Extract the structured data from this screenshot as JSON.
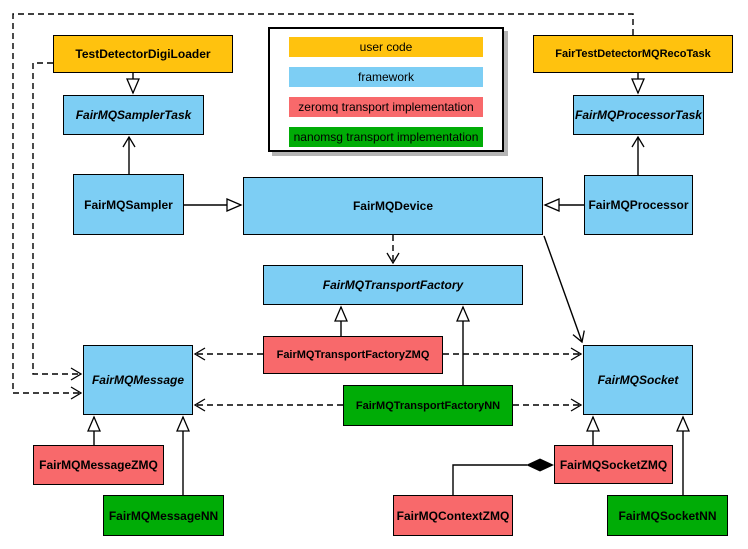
{
  "legend": {
    "items": [
      {
        "label": "user code",
        "color": "#FFC20E"
      },
      {
        "label": "framework",
        "color": "#7DCEF4"
      },
      {
        "label": "zeromq transport implementation",
        "color": "#F8696B"
      },
      {
        "label": "nanomsg transport implementation",
        "color": "#00AC06"
      }
    ]
  },
  "nodes": {
    "testDetectorDigiLoader": {
      "label": "TestDetectorDigiLoader",
      "category": "user code",
      "abstract": false
    },
    "fairTestDetectorMQRecoTask": {
      "label": "FairTestDetectorMQRecoTask",
      "category": "user code",
      "abstract": false
    },
    "fairMQSamplerTask": {
      "label": "FairMQSamplerTask",
      "category": "framework",
      "abstract": true
    },
    "fairMQProcessorTask": {
      "label": "FairMQProcessorTask",
      "category": "framework",
      "abstract": true
    },
    "fairMQSampler": {
      "label": "FairMQSampler",
      "category": "framework",
      "abstract": false
    },
    "fairMQDevice": {
      "label": "FairMQDevice",
      "category": "framework",
      "abstract": false
    },
    "fairMQProcessor": {
      "label": "FairMQProcessor",
      "category": "framework",
      "abstract": false
    },
    "fairMQTransportFactory": {
      "label": "FairMQTransportFactory",
      "category": "framework",
      "abstract": true
    },
    "fairMQTransportFactoryZMQ": {
      "label": "FairMQTransportFactoryZMQ",
      "category": "zeromq transport implementation",
      "abstract": false
    },
    "fairMQTransportFactoryNN": {
      "label": "FairMQTransportFactoryNN",
      "category": "nanomsg transport implementation",
      "abstract": false
    },
    "fairMQMessage": {
      "label": "FairMQMessage",
      "category": "framework",
      "abstract": true
    },
    "fairMQSocket": {
      "label": "FairMQSocket",
      "category": "framework",
      "abstract": true
    },
    "fairMQMessageZMQ": {
      "label": "FairMQMessageZMQ",
      "category": "zeromq transport implementation",
      "abstract": false
    },
    "fairMQMessageNN": {
      "label": "FairMQMessageNN",
      "category": "nanomsg transport implementation",
      "abstract": false
    },
    "fairMQContextZMQ": {
      "label": "FairMQContextZMQ",
      "category": "zeromq transport implementation",
      "abstract": false
    },
    "fairMQSocketZMQ": {
      "label": "FairMQSocketZMQ",
      "category": "zeromq transport implementation",
      "abstract": false
    },
    "fairMQSocketNN": {
      "label": "FairMQSocketNN",
      "category": "nanomsg transport implementation",
      "abstract": false
    }
  },
  "edges": {
    "inheritance_hollow_triangle": [
      "TestDetectorDigiLoader -> FairMQSamplerTask",
      "FairTestDetectorMQRecoTask -> FairMQProcessorTask",
      "FairMQSampler -> FairMQDevice",
      "FairMQProcessor -> FairMQDevice",
      "FairMQTransportFactoryZMQ -> FairMQTransportFactory",
      "FairMQTransportFactoryNN -> FairMQTransportFactory",
      "FairMQMessageZMQ -> FairMQMessage",
      "FairMQMessageNN -> FairMQMessage",
      "FairMQSocketZMQ -> FairMQSocket",
      "FairMQSocketNN -> FairMQSocket"
    ],
    "association_open_arrow": [
      "FairMQSampler -> FairMQSamplerTask",
      "FairMQProcessor -> FairMQProcessorTask",
      "FairMQDevice -> FairMQSocket"
    ],
    "dependency_dashed_open_arrow": [
      "FairMQDevice -> FairMQTransportFactory",
      "FairMQTransportFactoryZMQ -> FairMQMessage",
      "FairMQTransportFactoryZMQ -> FairMQSocket",
      "FairMQTransportFactoryNN -> FairMQMessage",
      "FairMQTransportFactoryNN -> FairMQSocket",
      "TestDetectorDigiLoader -> FairMQMessage",
      "FairTestDetectorMQRecoTask -> FairMQMessage"
    ],
    "composition_filled_diamond": [
      "FairMQContextZMQ -> FairMQSocketZMQ"
    ]
  }
}
